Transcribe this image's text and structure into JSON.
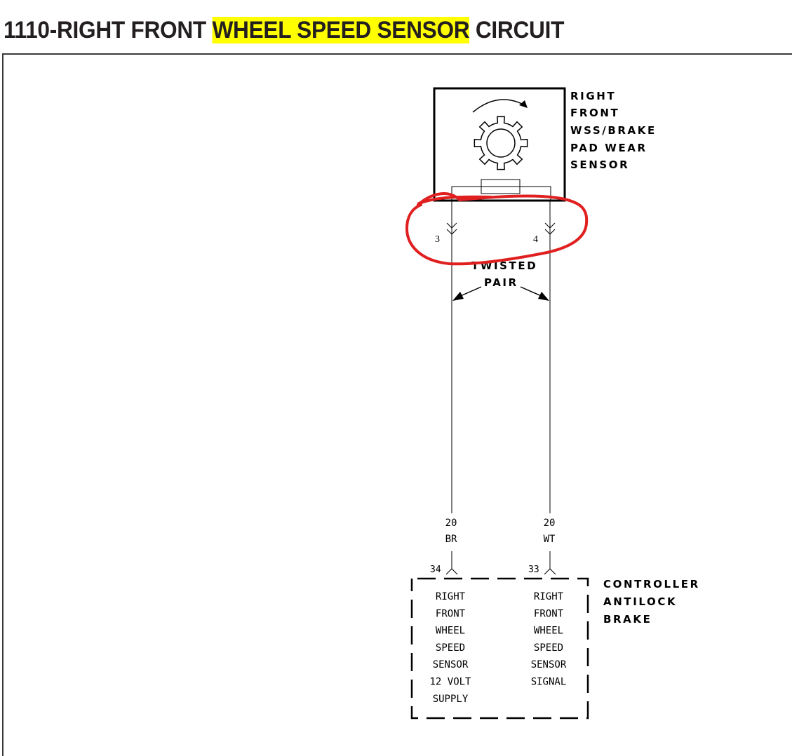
{
  "title": {
    "prefix": "1110-RIGHT FRONT ",
    "highlight": "WHEEL SPEED SENSOR",
    "suffix": " CIRCUIT",
    "highlight_color": "#ffff00"
  },
  "sensor": {
    "label_lines": [
      "RIGHT",
      "FRONT",
      "WSS/BRAKE",
      "PAD WEAR",
      "SENSOR"
    ],
    "icon": "gear-icon",
    "rotation_icon": "clockwise-arrow-icon",
    "pins": [
      {
        "number": "3"
      },
      {
        "number": "4"
      }
    ]
  },
  "twisted_pair": {
    "line1": "TWISTED",
    "line2": "PAIR"
  },
  "wires": [
    {
      "gauge": "20",
      "color": "BR"
    },
    {
      "gauge": "20",
      "color": "WT"
    }
  ],
  "controller": {
    "label_lines": [
      "CONTROLLER",
      "ANTILOCK",
      "BRAKE"
    ],
    "pins": [
      {
        "number": "34",
        "function_lines": [
          "RIGHT",
          "FRONT",
          "WHEEL",
          "SPEED",
          "SENSOR",
          "12 VOLT",
          "SUPPLY"
        ]
      },
      {
        "number": "33",
        "function_lines": [
          "RIGHT",
          "FRONT",
          "WHEEL",
          "SPEED",
          "SENSOR",
          "SIGNAL"
        ]
      }
    ]
  },
  "annotation": {
    "type": "hand-drawn circle",
    "color": "#e02020",
    "target": "sensor pins 3 and 4"
  }
}
